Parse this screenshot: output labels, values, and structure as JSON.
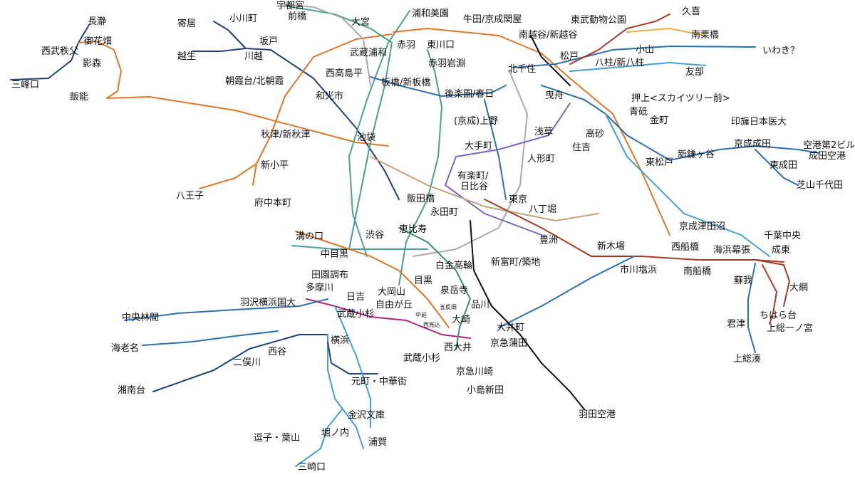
{
  "colors": {
    "orange": "#d9782d",
    "teal": "#4aa08f",
    "navy": "#263f73",
    "blue": "#2f6fa8",
    "lightblue": "#4a9ccf",
    "grey": "#a9a9a9",
    "tan": "#c4a27a",
    "purple": "#7d62b8",
    "darkred": "#a33b27",
    "magenta": "#a8247a",
    "black": "#111111",
    "green": "#3c8f6e",
    "yellow": "#e3b04c"
  },
  "stations": [
    {
      "id": "nagatoro",
      "label": "長瀞"
    },
    {
      "id": "okuhanabatake",
      "label": "御花畑"
    },
    {
      "id": "seibu-chichibu",
      "label": "西武秩父"
    },
    {
      "id": "kagemori",
      "label": "影森"
    },
    {
      "id": "mitsumineguchi",
      "label": "三峰口"
    },
    {
      "id": "hanno",
      "label": "飯能"
    },
    {
      "id": "yorii",
      "label": "寄居"
    },
    {
      "id": "ogawamachi",
      "label": "小川町"
    },
    {
      "id": "ogose",
      "label": "越生"
    },
    {
      "id": "sakado",
      "label": "坂戸"
    },
    {
      "id": "kawagoe",
      "label": "川越"
    },
    {
      "id": "asakadai",
      "label": "朝霞台/北朝霞"
    },
    {
      "id": "wakoshi",
      "label": "和光市"
    },
    {
      "id": "akitsu",
      "label": "秋津/新秋津"
    },
    {
      "id": "shinkodaira",
      "label": "新小平"
    },
    {
      "id": "hachioji",
      "label": "八王子"
    },
    {
      "id": "fuchuhonmachi",
      "label": "府中本町"
    },
    {
      "id": "utsunomiya",
      "label": "宇都宮"
    },
    {
      "id": "maebashi",
      "label": "前橋"
    },
    {
      "id": "omiya",
      "label": "大宮"
    },
    {
      "id": "urawa-misono",
      "label": "浦和美園"
    },
    {
      "id": "akabane",
      "label": "赤羽"
    },
    {
      "id": "higashi-kawaguchi",
      "label": "東川口"
    },
    {
      "id": "musashi-urawa",
      "label": "武蔵浦和"
    },
    {
      "id": "akabane-iwabuchi",
      "label": "赤羽岩淵"
    },
    {
      "id": "nishitakashimadaira",
      "label": "西高島平"
    },
    {
      "id": "itabashi",
      "label": "板橋/新板橋"
    },
    {
      "id": "korakuen",
      "label": "後楽園/春日"
    },
    {
      "id": "keisei-ueno",
      "label": "(京成)上野"
    },
    {
      "id": "ikebukuro",
      "label": "池袋"
    },
    {
      "id": "otemachi",
      "label": "大手町"
    },
    {
      "id": "yurakucho",
      "label": "有楽町/"
    },
    {
      "id": "hibiya",
      "label": "日比谷"
    },
    {
      "id": "iidabashi",
      "label": "飯田橋"
    },
    {
      "id": "nagatacho",
      "label": "永田町"
    },
    {
      "id": "ebisu",
      "label": "恵比寿"
    },
    {
      "id": "shibuya",
      "label": "渋谷"
    },
    {
      "id": "mizonokuchi",
      "label": "溝の口"
    },
    {
      "id": "nakameguro",
      "label": "中目黒"
    },
    {
      "id": "denenchofu",
      "label": "田園調布"
    },
    {
      "id": "tamagawa",
      "label": "多摩川"
    },
    {
      "id": "hiyoshi",
      "label": "日吉"
    },
    {
      "id": "ookayama",
      "label": "大岡山"
    },
    {
      "id": "jiyugaoka",
      "label": "自由が丘"
    },
    {
      "id": "meguro",
      "label": "目黒"
    },
    {
      "id": "shirokane",
      "label": "白金高輪"
    },
    {
      "id": "sengakuji",
      "label": "泉岳寺"
    },
    {
      "id": "gotanda",
      "label": "五反田"
    },
    {
      "id": "naka-nobu",
      "label": "中延"
    },
    {
      "id": "nishi-magome",
      "label": "西馬込"
    },
    {
      "id": "shinagawa",
      "label": "品川"
    },
    {
      "id": "osaki",
      "label": "大崎"
    },
    {
      "id": "musashi-kosugi-1",
      "label": "武蔵小杉"
    },
    {
      "id": "musashi-kosugi-2",
      "label": "武蔵小杉"
    },
    {
      "id": "nishioi",
      "label": "西大井"
    },
    {
      "id": "oimachi",
      "label": "大井町"
    },
    {
      "id": "keikyu-kamata",
      "label": "京急蒲田"
    },
    {
      "id": "keikyu-kawasaki",
      "label": "京急川崎"
    },
    {
      "id": "kojima-shinden",
      "label": "小島新田"
    },
    {
      "id": "haneda",
      "label": "羽田空港"
    },
    {
      "id": "hazawa",
      "label": "羽沢横浜国大"
    },
    {
      "id": "chuo-rinkan",
      "label": "中央林間"
    },
    {
      "id": "ebina",
      "label": "海老名"
    },
    {
      "id": "futamatagawa",
      "label": "二俣川"
    },
    {
      "id": "nishiya",
      "label": "西谷"
    },
    {
      "id": "shonandai",
      "label": "湘南台"
    },
    {
      "id": "yokohama",
      "label": "横浜"
    },
    {
      "id": "motomachi",
      "label": "元町・中華街"
    },
    {
      "id": "kanazawa-bunko",
      "label": "金沢文庫"
    },
    {
      "id": "hori-no-uchi",
      "label": "堀ノ内"
    },
    {
      "id": "zushi",
      "label": "逗子・葉山"
    },
    {
      "id": "uraga",
      "label": "浦賀"
    },
    {
      "id": "misakiguchi",
      "label": "三崎口"
    },
    {
      "id": "tokyo",
      "label": "東京"
    },
    {
      "id": "hatchobori",
      "label": "八丁堀"
    },
    {
      "id": "ningyocho",
      "label": "人形町"
    },
    {
      "id": "asakusa",
      "label": "浅草"
    },
    {
      "id": "sumiyoshi",
      "label": "住吉"
    },
    {
      "id": "toyosu",
      "label": "豊洲"
    },
    {
      "id": "shintomicho",
      "label": "新富町/築地"
    },
    {
      "id": "shin-kiba",
      "label": "新木場"
    },
    {
      "id": "ichikawa-shiohama",
      "label": "市川塩浜"
    },
    {
      "id": "nishi-funabashi",
      "label": "西船橋"
    },
    {
      "id": "minami-funabashi",
      "label": "南船橋"
    },
    {
      "id": "kaihin-makuhari",
      "label": "海浜幕張"
    },
    {
      "id": "keisei-tsudanuma",
      "label": "京成津田沼"
    },
    {
      "id": "higashi-matsudo",
      "label": "東松戸"
    },
    {
      "id": "shin-kamagaya",
      "label": "新鎌ヶ谷"
    },
    {
      "id": "inba",
      "label": "印旛日本医大"
    },
    {
      "id": "keisei-narita",
      "label": "京成成田"
    },
    {
      "id": "higashi-narita",
      "label": "東成田"
    },
    {
      "id": "airport-2",
      "label": "空港第2ビル"
    },
    {
      "id": "narita-airport",
      "label": "成田空港"
    },
    {
      "id": "shibayama",
      "label": "芝山千代田"
    },
    {
      "id": "chiba-chuo",
      "label": "千葉中央"
    },
    {
      "id": "naruto",
      "label": "成東"
    },
    {
      "id": "soga",
      "label": "蘇我"
    },
    {
      "id": "oami",
      "label": "大網"
    },
    {
      "id": "chiharadai",
      "label": "ちはら台"
    },
    {
      "id": "kazusa-ichinomiya",
      "label": "上総一ノ宮"
    },
    {
      "id": "kisarazu",
      "label": "君津"
    },
    {
      "id": "kazusa-minato",
      "label": "上総湊"
    },
    {
      "id": "gyuda",
      "label": "牛田/京成関屋"
    },
    {
      "id": "tobu-zoo",
      "label": "東武動物公園"
    },
    {
      "id": "kuki",
      "label": "久喜"
    },
    {
      "id": "minami-kurihashi",
      "label": "南栗橋"
    },
    {
      "id": "minami-koshigaya",
      "label": "南越谷/新越谷"
    },
    {
      "id": "matsudo",
      "label": "松戸"
    },
    {
      "id": "kita-senju",
      "label": "北千住"
    },
    {
      "id": "yabashira",
      "label": "八柱/新八柱"
    },
    {
      "id": "oyama",
      "label": "小山"
    },
    {
      "id": "iwaki",
      "label": "いわき？"
    },
    {
      "id": "tomobe",
      "label": "友部"
    },
    {
      "id": "hikifune",
      "label": "曳舟"
    },
    {
      "id": "oshiage",
      "label": "押上<スカイツリー前>"
    },
    {
      "id": "aoto",
      "label": "青砥"
    },
    {
      "id": "kanamachi",
      "label": "金町"
    },
    {
      "id": "takasago",
      "label": "高砂"
    }
  ]
}
